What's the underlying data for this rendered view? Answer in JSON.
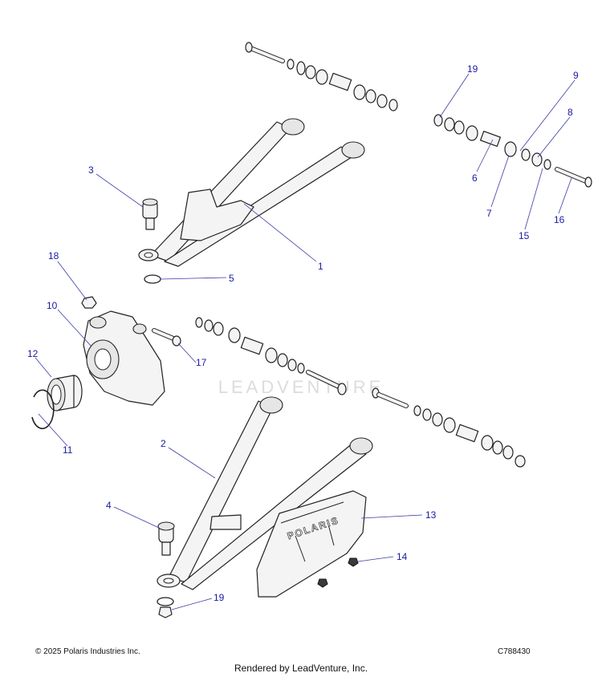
{
  "callouts": [
    {
      "id": "1",
      "label": "1"
    },
    {
      "id": "2",
      "label": "2"
    },
    {
      "id": "3",
      "label": "3"
    },
    {
      "id": "4",
      "label": "4"
    },
    {
      "id": "5",
      "label": "5"
    },
    {
      "id": "6",
      "label": "6"
    },
    {
      "id": "7",
      "label": "7"
    },
    {
      "id": "8",
      "label": "8"
    },
    {
      "id": "9",
      "label": "9"
    },
    {
      "id": "10",
      "label": "10"
    },
    {
      "id": "11",
      "label": "11"
    },
    {
      "id": "12",
      "label": "12"
    },
    {
      "id": "13",
      "label": "13"
    },
    {
      "id": "14",
      "label": "14"
    },
    {
      "id": "15",
      "label": "15"
    },
    {
      "id": "16",
      "label": "16"
    },
    {
      "id": "17",
      "label": "17"
    },
    {
      "id": "18",
      "label": "18"
    },
    {
      "id": "19a",
      "label": "19"
    },
    {
      "id": "19b",
      "label": "19"
    }
  ],
  "watermark": "LEADVENTURE",
  "skid_plate_logo": "POLARIS",
  "footer": {
    "copyright": "© 2025 Polaris Industries Inc.",
    "drawing_id": "C788430",
    "rendered_by": "Rendered by LeadVenture, Inc."
  },
  "colors": {
    "callout_text": "#1a1aa6",
    "leader_line": "#3a3aa8",
    "part_fill": "#f4f4f4",
    "part_outline": "#222222"
  }
}
